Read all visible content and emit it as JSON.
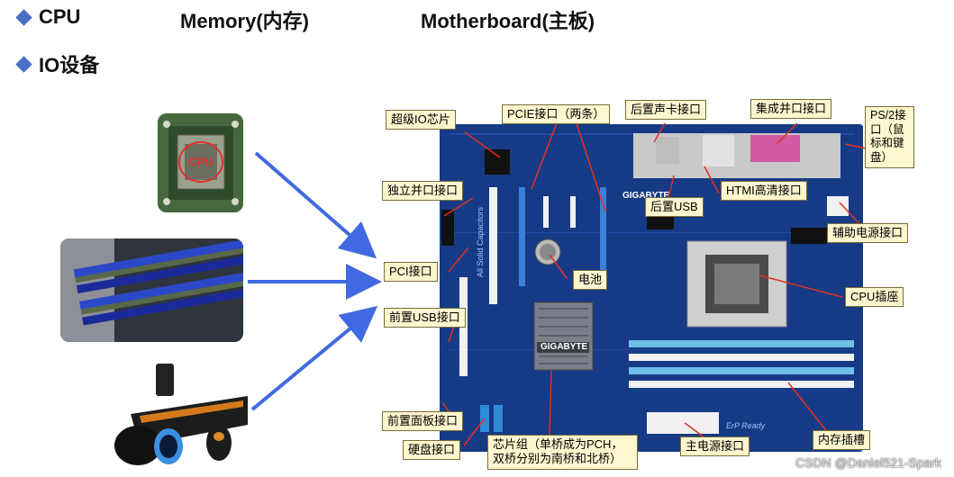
{
  "bullets": [
    {
      "label": "CPU"
    },
    {
      "label": "IO设备"
    }
  ],
  "headers": {
    "memory": "Memory(内存)",
    "motherboard": "Motherboard(主板)"
  },
  "thumbnails": {
    "cpu_text": "CPU"
  },
  "labels": {
    "super_io": "超级IO芯片",
    "pcie": "PCIE接口（两条）",
    "rear_sound": "后置声卡接口",
    "parallel_integrated": "集成并口接口",
    "ps2": "PS/2接口（鼠标和键盘）",
    "parallel_independent": "独立并口接口",
    "rear_usb": "后置USB",
    "hdmi": "HTMI高清接口",
    "aux_power": "辅助电源接口",
    "pci": "PCI接口",
    "battery": "电池",
    "cpu_socket": "CPU插座",
    "front_usb": "前置USB接口",
    "front_panel": "前置面板接口",
    "sata": "硬盘接口",
    "chipset": "芯片组（单桥成为PCH，双桥分别为南桥和北桥）",
    "main_power": "主电源接口",
    "memory_slot": "内存插槽"
  },
  "board_text": {
    "brand": "GIGABYTE",
    "chipset_brand": "GIGABYTE",
    "side": "All Solid Capacitors",
    "erp": "ErP Ready"
  },
  "watermark": "CSDN @Daniel521-Spark",
  "colors": {
    "bullet": "#4a6fc4",
    "arrow": "#4169e1",
    "board": "#163a86",
    "label_bg": "#fdf6cf",
    "pointer": "#e0301e"
  }
}
